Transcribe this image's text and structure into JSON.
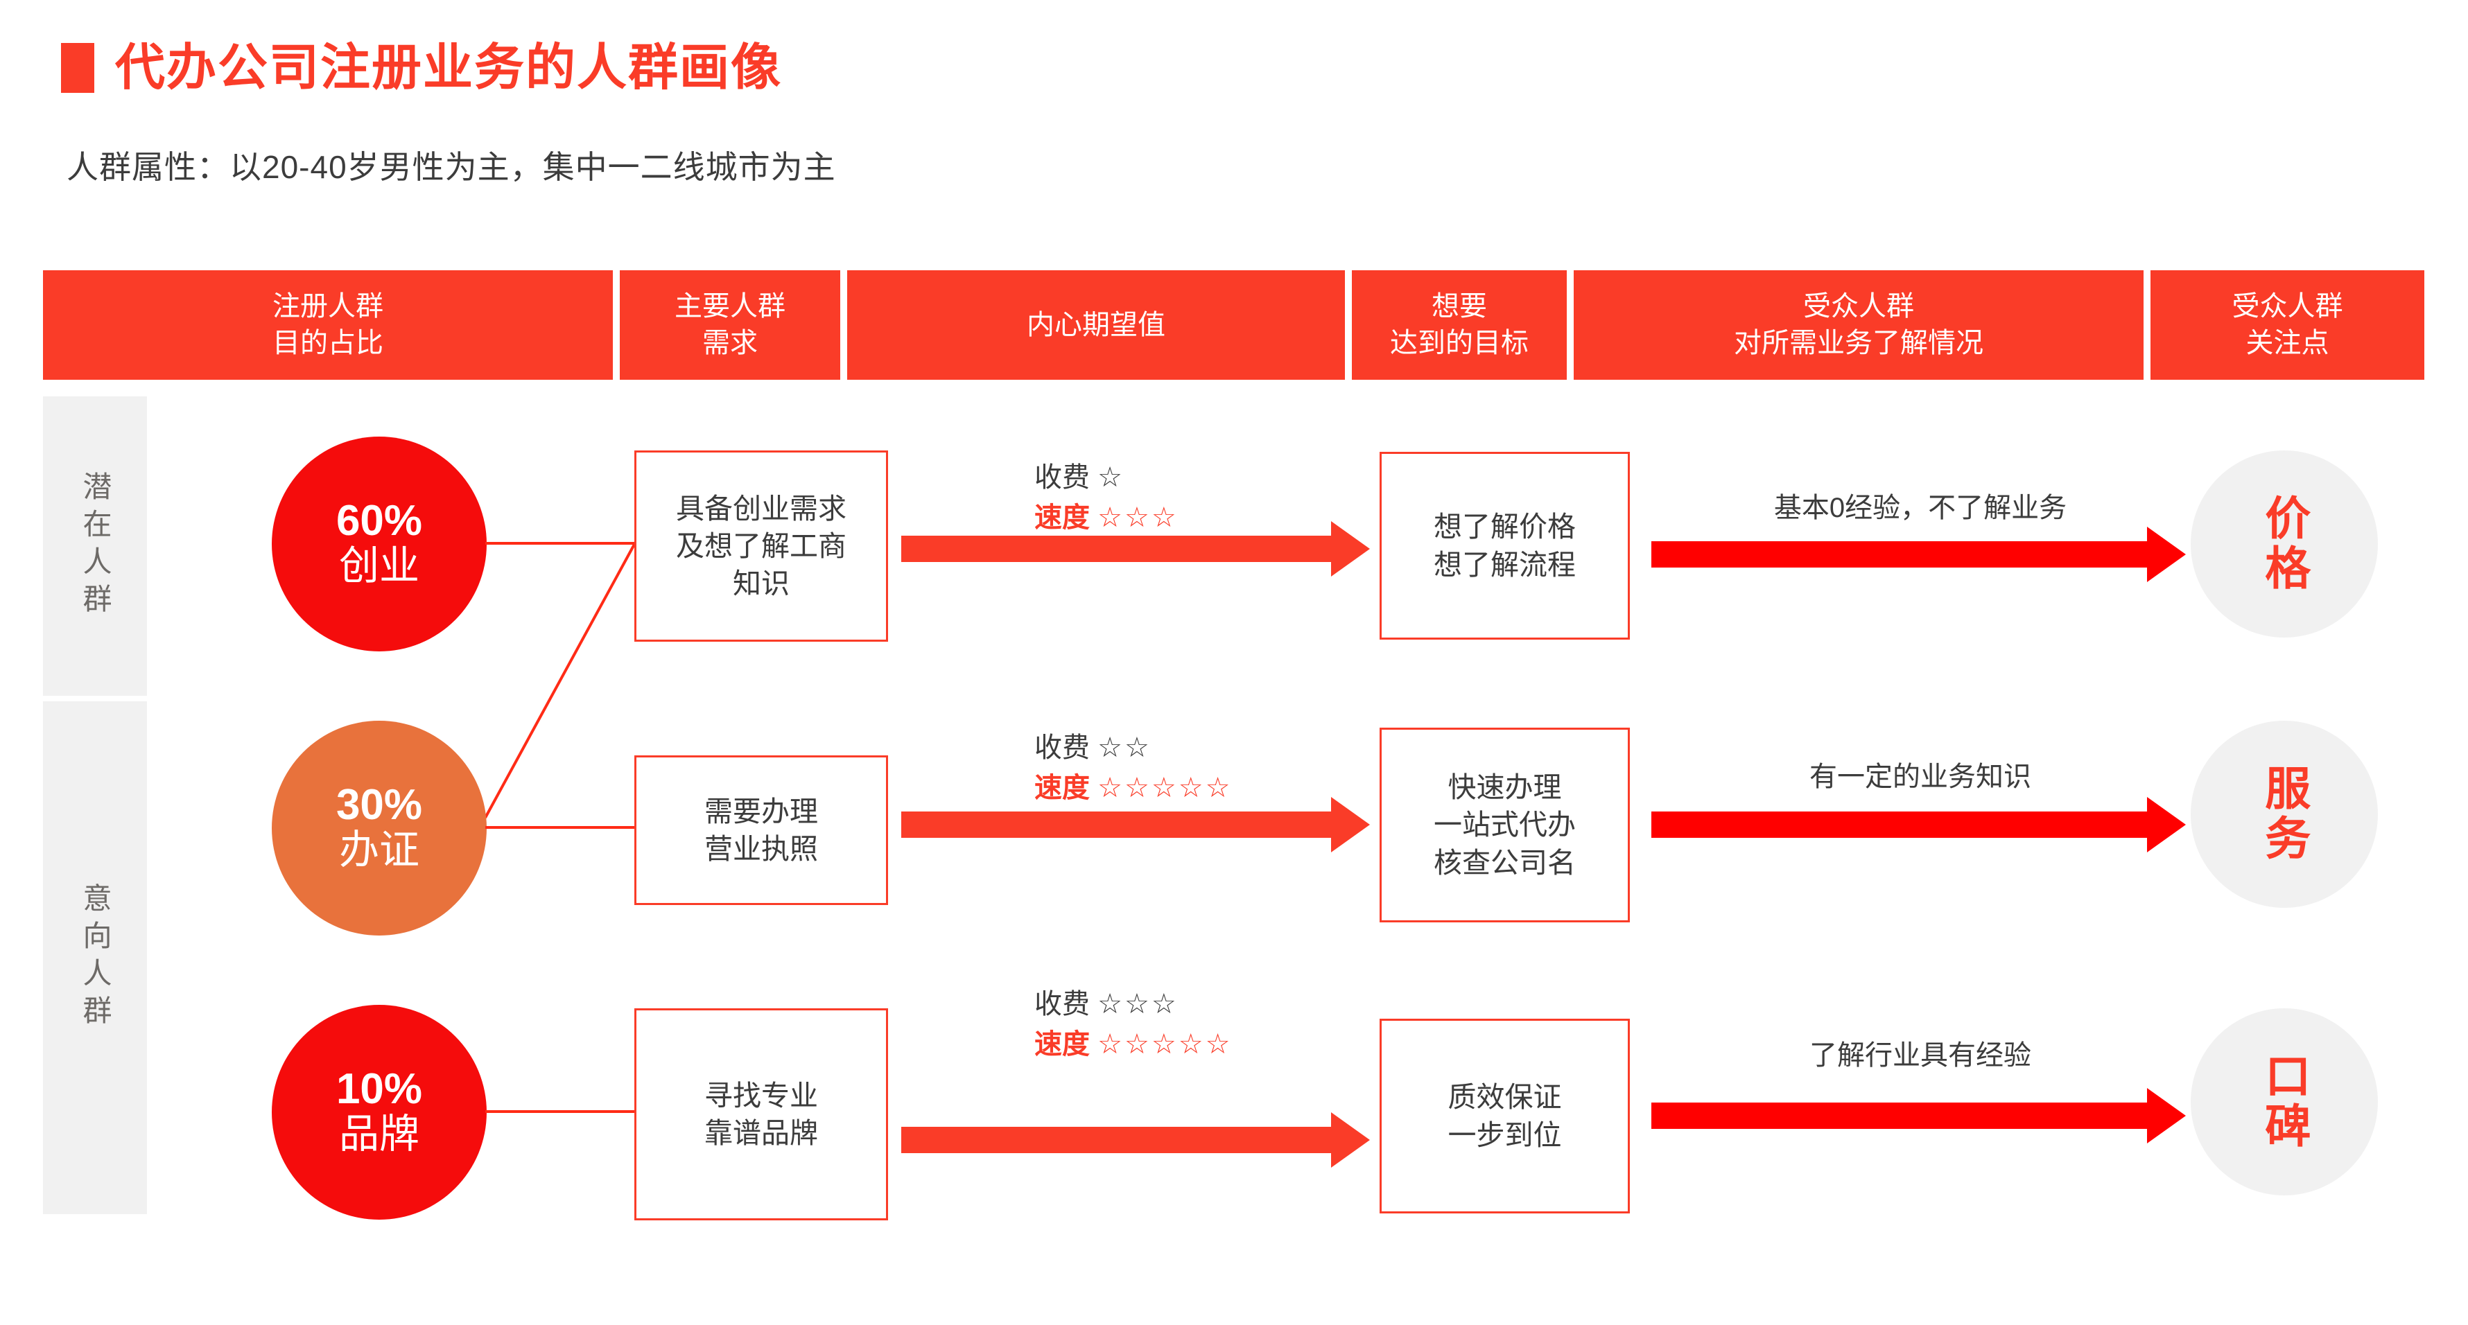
{
  "title": {
    "bullet": "square-bullet",
    "text": "代办公司注册业务的人群画像",
    "subtitle": "人群属性：以20-40岁男性为主，集中一二线城市为主"
  },
  "header": {
    "columns": [
      {
        "line1": "注册人群",
        "line2": "目的占比"
      },
      {
        "line1": "主要人群",
        "line2": "需求"
      },
      {
        "line1": "内心期望值",
        "line2": ""
      },
      {
        "line1": "想要",
        "line2": "达到的目标"
      },
      {
        "line1": "受众人群",
        "line2": "对所需业务了解情况"
      },
      {
        "line1": "受众人群",
        "line2": "关注点"
      }
    ]
  },
  "sidebar": {
    "groups": [
      {
        "label": "潜在人群"
      },
      {
        "label": "意向人群"
      }
    ]
  },
  "rows": [
    {
      "percent": "60%",
      "segment": "创业",
      "circle_color": "#F50C0C",
      "need": "具备创业需求\n及想了解工商\n知识",
      "fee_label": "收费",
      "fee_stars": "☆",
      "speed_label": "速度",
      "speed_stars": "☆☆☆",
      "goal": "想了解价格\n想了解流程",
      "knowledge": "基本0经验，不了解业务",
      "focus": "价格"
    },
    {
      "percent": "30%",
      "segment": "办证",
      "circle_color": "#E8723C",
      "need": "需要办理\n营业执照",
      "fee_label": "收费",
      "fee_stars": "☆☆",
      "speed_label": "速度",
      "speed_stars": "☆☆☆☆☆",
      "goal": "快速办理\n一站式代办\n核查公司名",
      "knowledge": "有一定的业务知识",
      "focus": "服务"
    },
    {
      "percent": "10%",
      "segment": "品牌",
      "circle_color": "#F50C0C",
      "need": "寻找专业\n靠谱品牌",
      "fee_label": "收费",
      "fee_stars": "☆☆☆",
      "speed_label": "速度",
      "speed_stars": "☆☆☆☆☆",
      "goal": "质效保证\n一步到位",
      "knowledge": "了解行业具有经验",
      "focus": "口碑"
    }
  ],
  "colors": {
    "brand_red": "#FA3C28",
    "pure_red": "#FF0000",
    "orange": "#E8723C",
    "panel_gray": "#f1f1f1",
    "text_gray": "#3c3c3c"
  }
}
